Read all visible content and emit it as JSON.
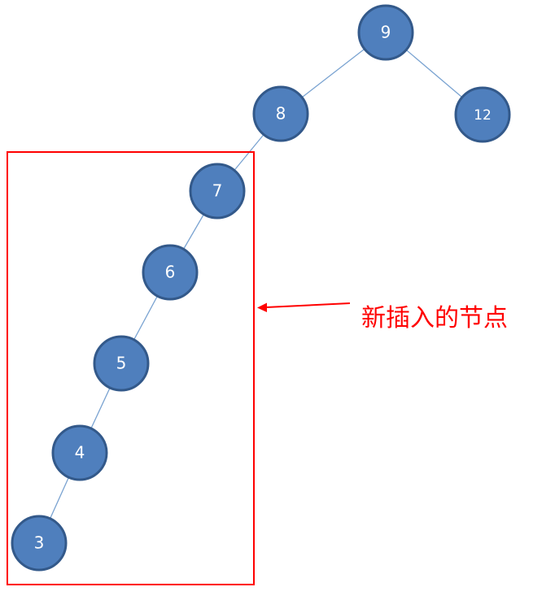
{
  "tree": {
    "nodes": [
      {
        "id": "n9",
        "label": "9"
      },
      {
        "id": "n8",
        "label": "8"
      },
      {
        "id": "n12",
        "label": "12"
      },
      {
        "id": "n7",
        "label": "7"
      },
      {
        "id": "n6",
        "label": "6"
      },
      {
        "id": "n5",
        "label": "5"
      },
      {
        "id": "n4",
        "label": "4"
      },
      {
        "id": "n3",
        "label": "3"
      }
    ],
    "edges": [
      [
        "n9",
        "n8"
      ],
      [
        "n9",
        "n12"
      ],
      [
        "n8",
        "n7"
      ],
      [
        "n7",
        "n6"
      ],
      [
        "n6",
        "n5"
      ],
      [
        "n5",
        "n4"
      ],
      [
        "n4",
        "n3"
      ]
    ]
  },
  "annotation": {
    "text": "新插入的节点"
  },
  "colors": {
    "node_fill": "#4f7fbd",
    "node_stroke": "#33598a",
    "node_text": "#ffffff",
    "edge": "#7aa3d1",
    "highlight": "#ff0000"
  }
}
